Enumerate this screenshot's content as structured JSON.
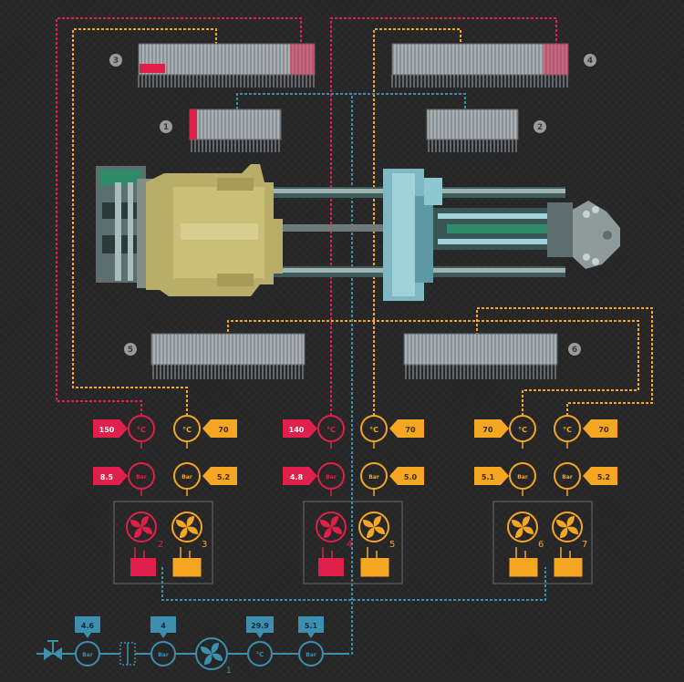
{
  "colors": {
    "hot": "#e0204a",
    "warm": "#f5a623",
    "water": "#3d8fb0",
    "steel": "#9aa3a8",
    "panel_border": "#6a6a6a",
    "background": "#262626"
  },
  "zones": {
    "z1": "1",
    "z2": "2",
    "z3": "3",
    "z4": "4",
    "z5": "5",
    "z6": "6"
  },
  "units": {
    "temp": "°C",
    "pressure": "Bar"
  },
  "units_upper": {
    "temp": "°C",
    "pressure": "Bar"
  },
  "circuits": {
    "c2": {
      "temp": "150",
      "pressure": "8.5",
      "number": "2"
    },
    "c3": {
      "temp": "70",
      "pressure": "5.2",
      "number": "3"
    },
    "c4": {
      "temp": "140",
      "pressure": "4.8",
      "number": "4"
    },
    "c5": {
      "temp": "70",
      "pressure": "5.0",
      "number": "5"
    },
    "c6": {
      "temp": "70",
      "pressure": "5.1",
      "number": "6"
    },
    "c7": {
      "temp": "70",
      "pressure": "5.2",
      "number": "7"
    }
  },
  "supply": {
    "inlet_pressure": "4.6",
    "filter_pressure": "4",
    "temp": "29.9",
    "outlet_pressure": "5.1",
    "pump_number": "1"
  }
}
